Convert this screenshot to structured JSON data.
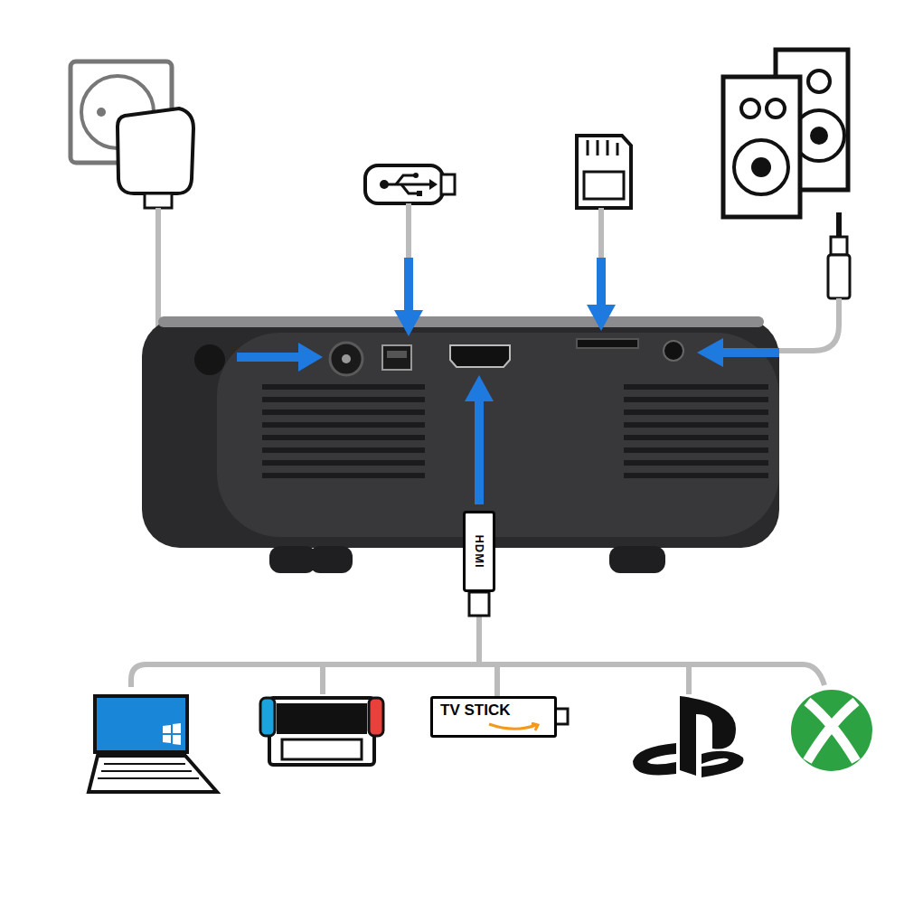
{
  "diagram": {
    "nodes": [
      {
        "text": [
          "HDMI"
        ]
      },
      {
        "text": [
          "TV STICK"
        ]
      }
    ],
    "edges": [
      {
        "from": 1,
        "to": 0,
        "arrow": "none"
      }
    ]
  }
}
